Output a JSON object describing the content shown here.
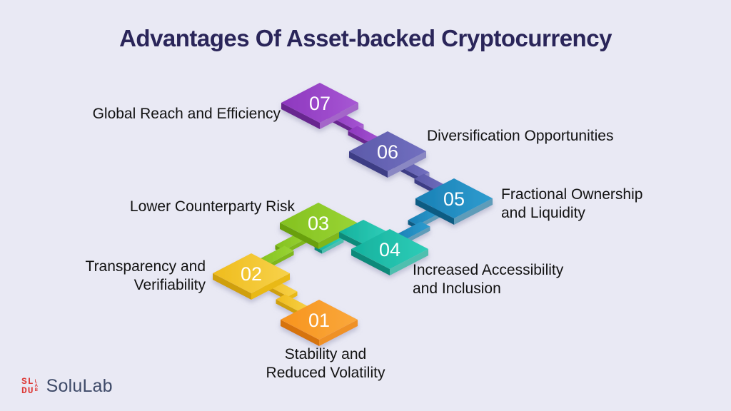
{
  "title": "Advantages Of Asset-backed Cryptocurrency",
  "colors": {
    "background": "#E9E9F4",
    "title": "#2A2559",
    "label": "#121212"
  },
  "steps": [
    {
      "num": "01",
      "label": "Stability and\nReduced Volatility",
      "colors": {
        "face": "#F7941E",
        "face_light": "#FAA83C",
        "side_dark": "#D6730A",
        "side_light": "#EF9125"
      }
    },
    {
      "num": "02",
      "label": "Transparency and\nVerifiability",
      "colors": {
        "face": "#EFBC1D",
        "face_light": "#F7D24B",
        "side_dark": "#CF9F0C",
        "side_light": "#E9B917"
      }
    },
    {
      "num": "03",
      "label": "Lower Counterparty Risk",
      "colors": {
        "face": "#84C120",
        "face_light": "#99D434",
        "side_dark": "#69A00F",
        "side_light": "#7FB71C"
      }
    },
    {
      "num": "04",
      "label": "Increased Accessibility\nand Inclusion",
      "colors": {
        "face": "#15B19D",
        "face_light": "#2FCDB8",
        "side_dark": "#0D8A7A",
        "side_light": "#4FBFAF"
      }
    },
    {
      "num": "05",
      "label": "Fractional Ownership\nand Liquidity",
      "colors": {
        "face": "#1A80B5",
        "face_light": "#2E9CCF",
        "side_dark": "#115C83",
        "side_light": "#5F9CB9"
      }
    },
    {
      "num": "06",
      "label": "Diversification Opportunities",
      "colors": {
        "face": "#5B59A9",
        "face_light": "#7270C0",
        "side_dark": "#3E3C85",
        "side_light": "#8A88C3"
      }
    },
    {
      "num": "07",
      "label": "Global Reach and Efficiency",
      "colors": {
        "face": "#8D37BE",
        "face_light": "#A757D4",
        "side_dark": "#68258F",
        "side_light": "#A466C9"
      }
    }
  ],
  "logo": {
    "brand": "SoluLab",
    "icon_row1": "SL",
    "icon_row2": "DU",
    "icon_side": "LAB",
    "icon_color": "#DD3B38",
    "brand_color": "#3E4A68"
  }
}
